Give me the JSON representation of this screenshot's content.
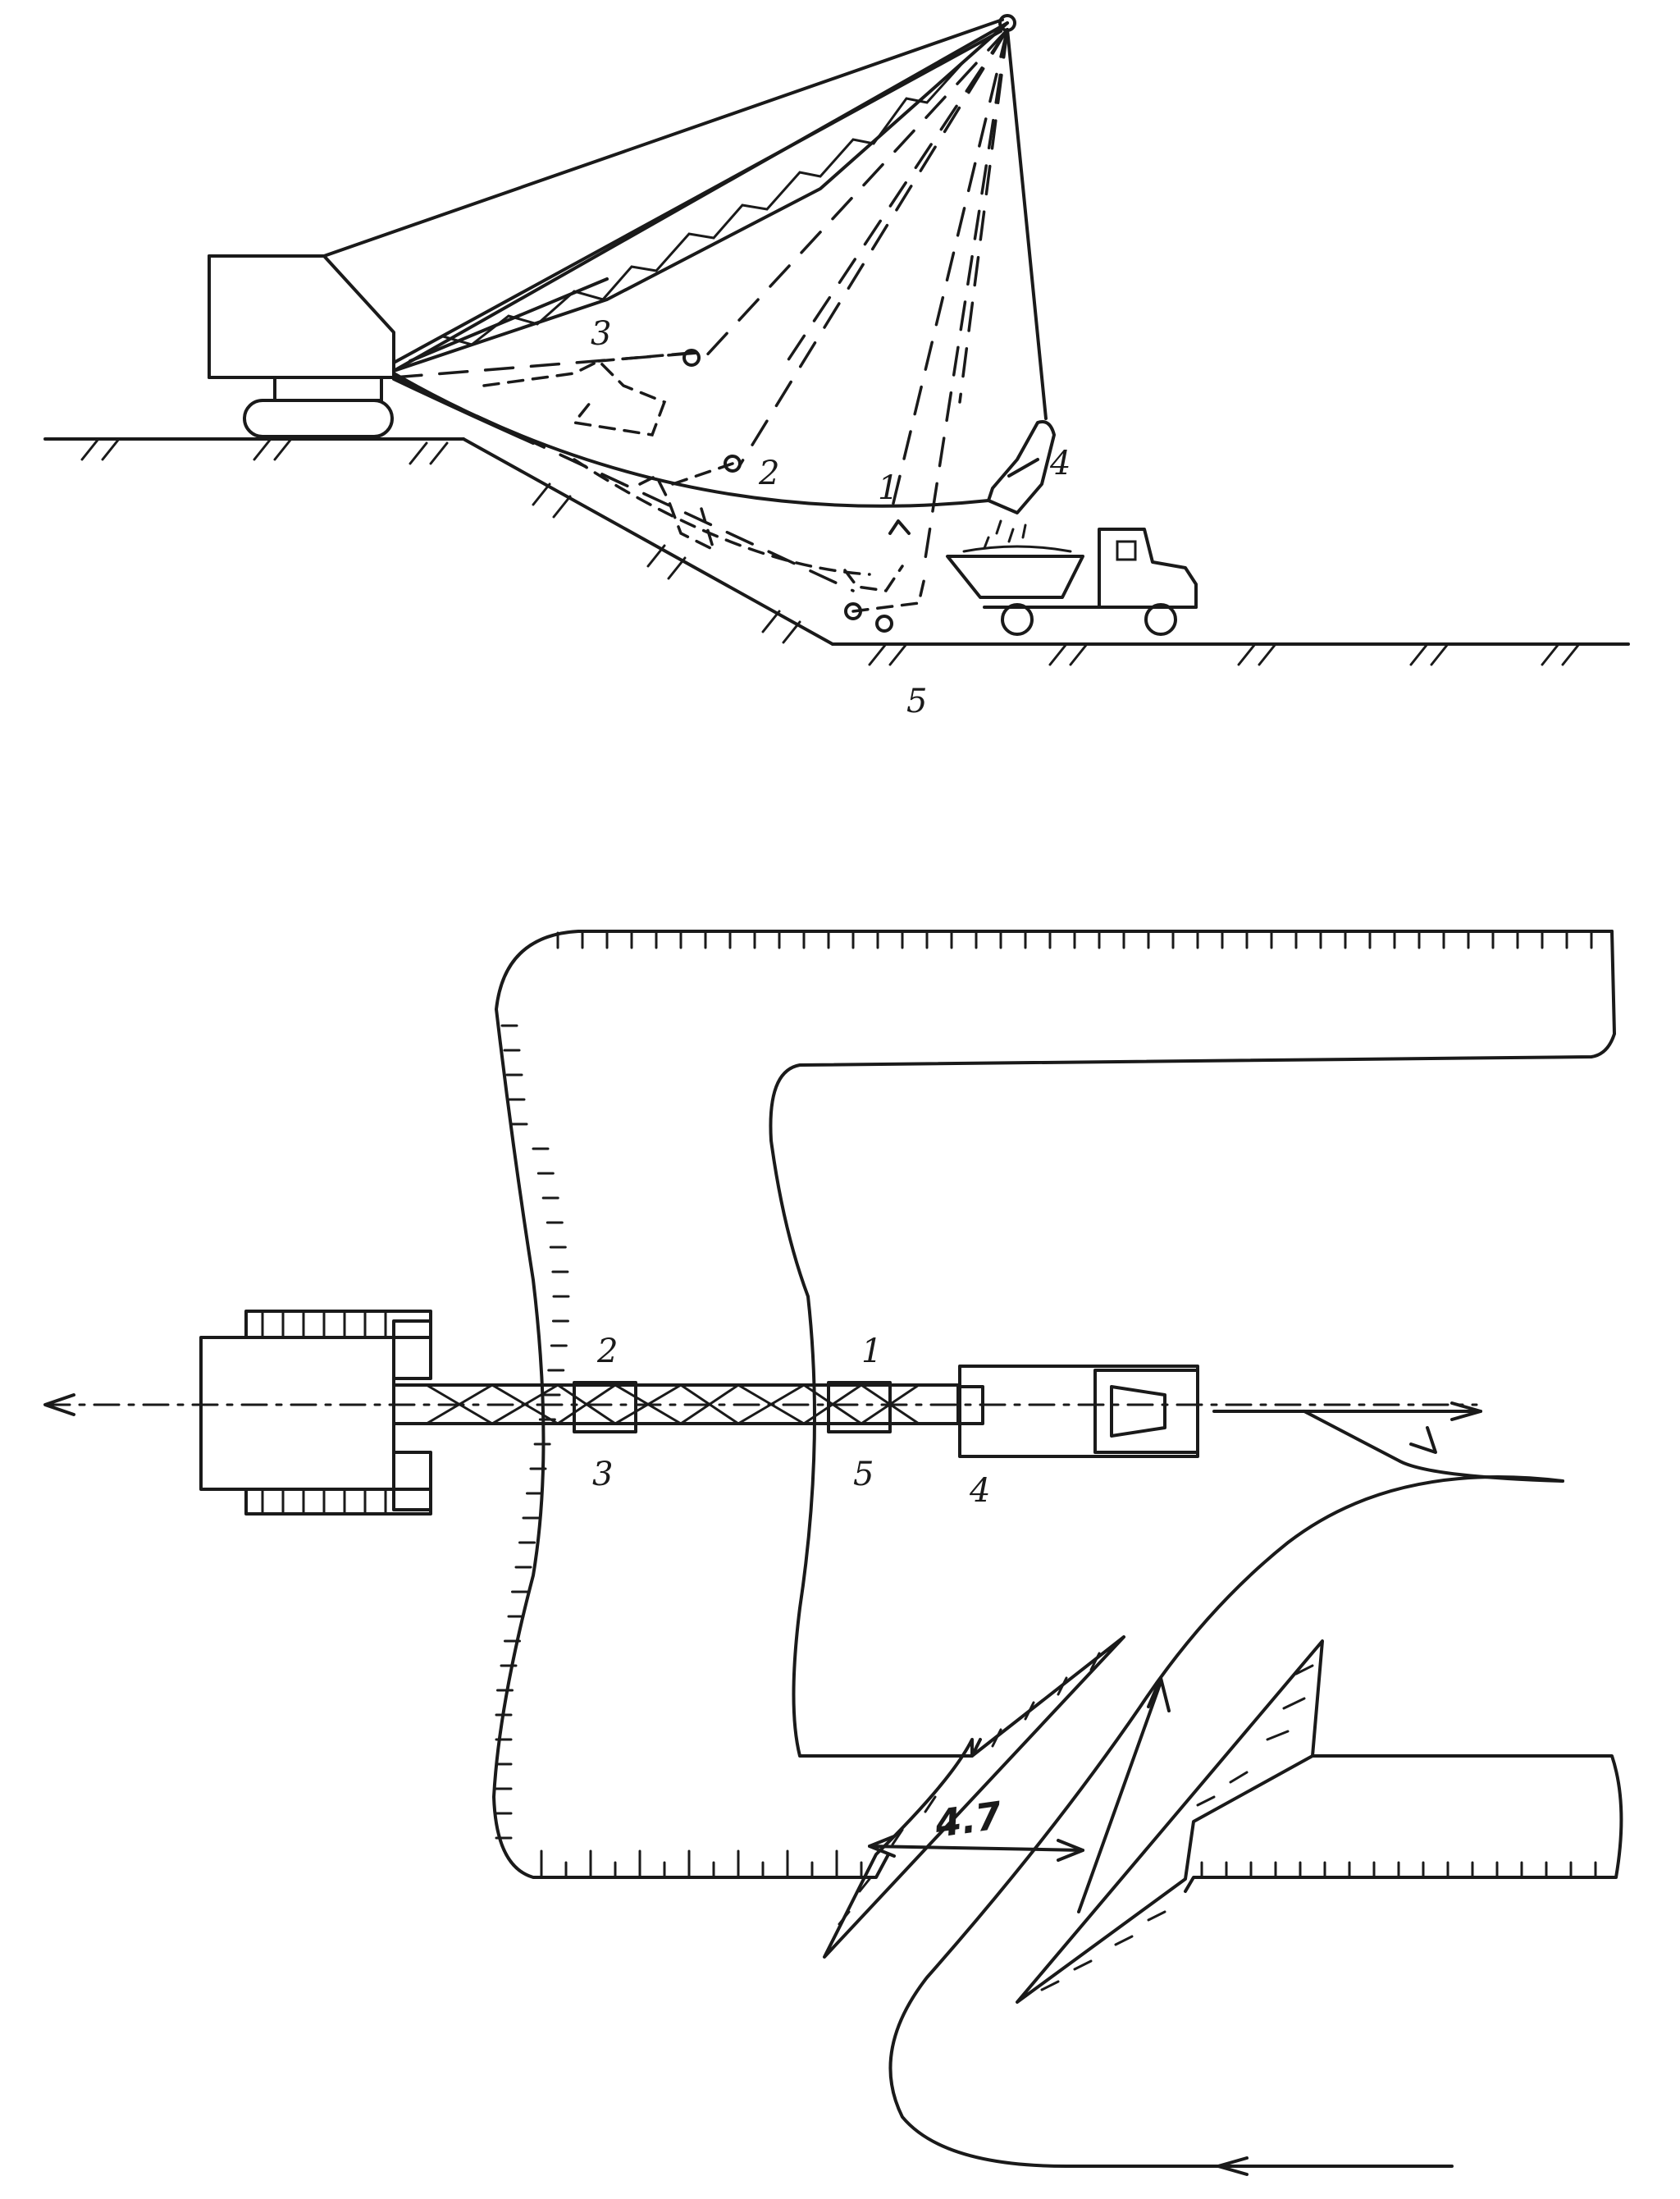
{
  "side_view": {
    "labels": {
      "pos1": "1",
      "pos2": "2",
      "pos3": "3",
      "pos4": "4",
      "pos5": "5"
    }
  },
  "plan_view": {
    "labels": {
      "pos1": "1",
      "pos2": "2",
      "pos3": "3",
      "pos4": "4",
      "pos5": "5"
    },
    "dimension": "4.7"
  }
}
